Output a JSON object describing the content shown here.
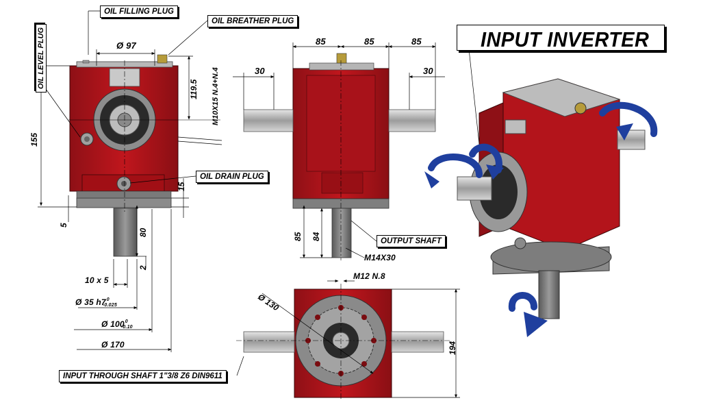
{
  "title": "INPUT INVERTER",
  "callouts": {
    "oil_filling_plug": "OIL FILLING PLUG",
    "oil_breather_plug": "OIL BREATHER PLUG",
    "oil_level_plug": "OIL LEVEL PLUG",
    "oil_drain_plug": "OIL DRAIN PLUG",
    "output_shaft": "OUTPUT SHAFT",
    "input_shaft": "INPUT  THROUGH SHAFT 1\"3/8 Z6 DIN9611"
  },
  "dims": {
    "d97": "Ø 97",
    "h119_5": "119.5",
    "m10": "M10X15 N.4+N.4",
    "h155": "155",
    "h15": "15",
    "h5": "5",
    "h80": "80",
    "h2": "2",
    "key": "10 x 5",
    "d35": "Ø 35 h7",
    "d35_tol_up": "0",
    "d35_tol_low": "-0.025",
    "d100": "Ø 100",
    "d100_tol_up": "0",
    "d100_tol_low": "-0.10",
    "d170": "Ø 170",
    "w85a": "85",
    "w85b": "85",
    "w85c": "85",
    "w30a": "30",
    "w30b": "30",
    "h85": "85",
    "h84": "84",
    "m14": "M14X30",
    "m12": "M12 N.8",
    "d130": "Ø 130",
    "h194": "194"
  },
  "colors": {
    "housing_red": "#b0141b",
    "housing_dark": "#7a0c10",
    "plate_gray": "#a8a8a8",
    "shaft_gray": "#9a9a9a",
    "arrow_blue": "#1f3f9e"
  }
}
